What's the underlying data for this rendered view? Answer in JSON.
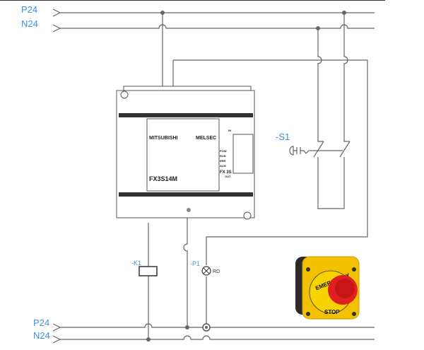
{
  "top_rails": {
    "p24": "P24",
    "n24": "N24"
  },
  "bottom_rails": {
    "p24": "P24",
    "n24": "N24"
  },
  "plc": {
    "brand": "MITSUBISHI",
    "series": "MELSEC",
    "model": "FX3S14M",
    "panel_model": "FX 3S",
    "leds": [
      "POW",
      "RUN",
      "ERR",
      "ALM"
    ],
    "in_label": "IN",
    "out_label": "OUT"
  },
  "switch": {
    "tag": "-S1"
  },
  "relay": {
    "tag": "-K1"
  },
  "lamp": {
    "tag": "-P1",
    "color_code": "RD"
  },
  "estop": {
    "text_top": "EMERGENCY",
    "text_bottom": "STOP",
    "housing_color": "#f2c200",
    "button_color": "#e02020"
  },
  "colors": {
    "label": "#3d8fe0",
    "wire": "#666666"
  }
}
